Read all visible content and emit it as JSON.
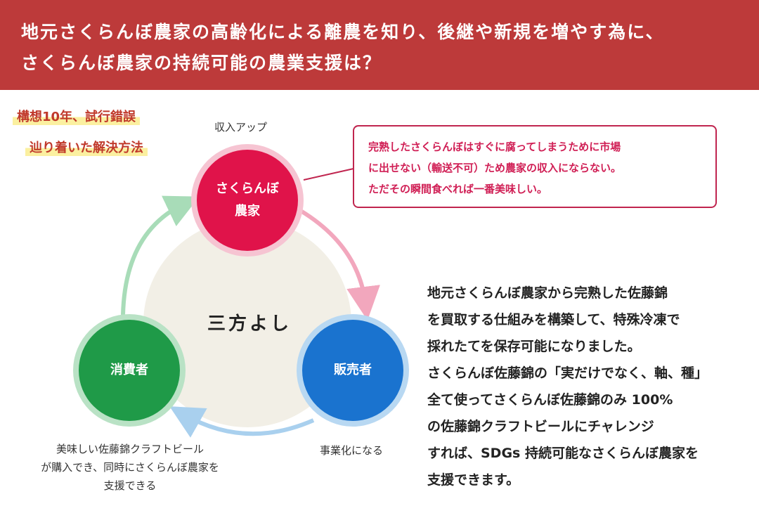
{
  "header": {
    "line1": "地元さくらんぼ農家の高齢化による離農を知り、後継や新規を増やす為に、",
    "line2": "さくらんぼ農家の持続可能の農業支援は？"
  },
  "highlight": {
    "line1": "構想10年、試行錯誤",
    "line2": "辿り着いた解決方法"
  },
  "diagram": {
    "center": "三方よし",
    "farmer": {
      "line1": "さくらんぼ",
      "line2": "農家",
      "top_label": "収入アップ",
      "color": "#e0134a"
    },
    "seller": {
      "label": "販売者",
      "bottom_label": "事業化になる",
      "color": "#1a73cf"
    },
    "consumer": {
      "label": "消費者",
      "color": "#1f9a48",
      "bottom_label": [
        "美味しい佐藤錦クラフトビール",
        "が購入でき、同時にさくらんぼ農家を",
        "支援できる"
      ]
    }
  },
  "callout": {
    "lines": [
      "完熟したさくらんぼはすぐに腐ってしまうために市場",
      "に出せない（輸送不可）ため農家の収入にならない。",
      "ただその瞬間食べれば一番美味しい。"
    ]
  },
  "description": {
    "lines": [
      "地元さくらんぼ農家から完熟した佐藤錦",
      "を買取する仕組みを構築して、特殊冷凍で",
      "採れたてを保存可能になりました。",
      "さくらんぼ佐藤錦の「実だけでなく、軸、種」",
      "全て使ってさくらんぼ佐藤錦のみ 100%",
      "の佐藤錦クラフトビールにチャレンジ",
      "すれば、SDGs 持続可能なさくらんぼ農家を",
      "支援できます。"
    ]
  }
}
